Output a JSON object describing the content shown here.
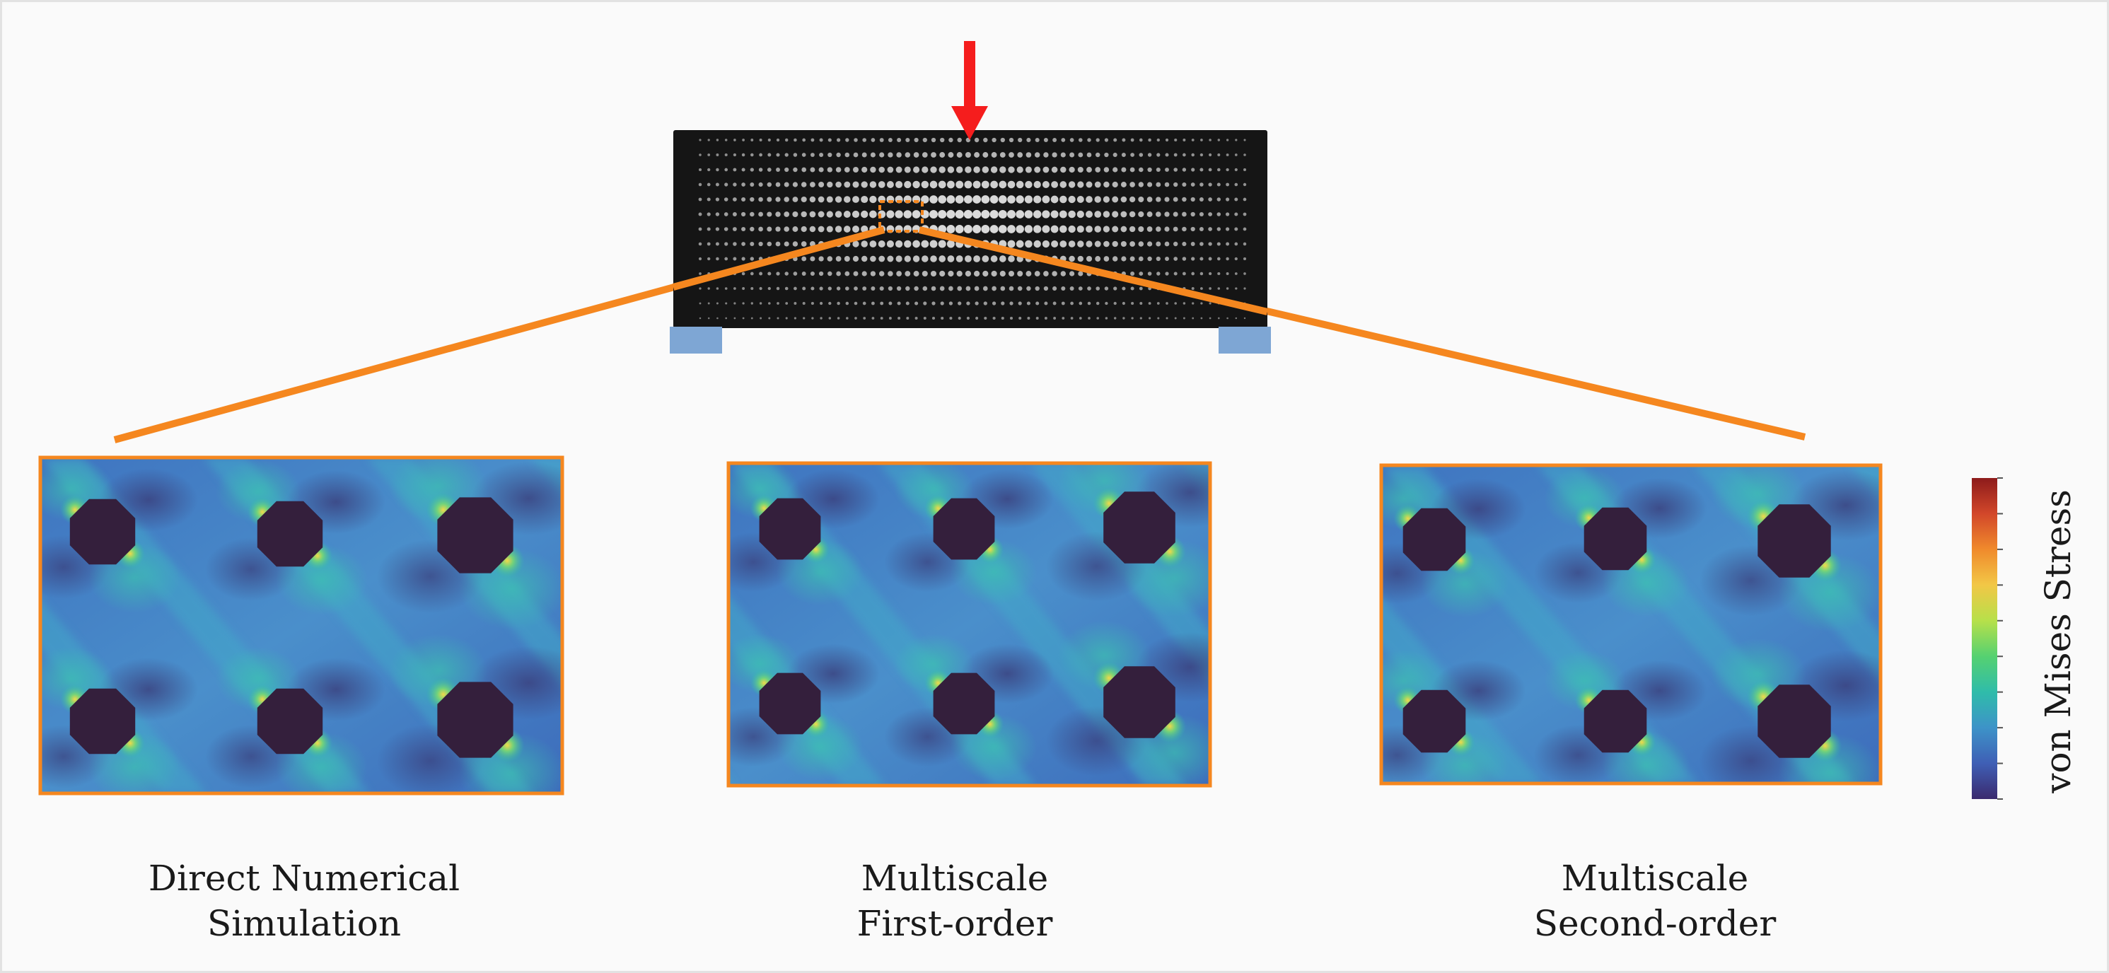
{
  "captions": {
    "dns": [
      "Direct Numerical",
      "Simulation"
    ],
    "first_order": [
      "Multiscale",
      "First-order"
    ],
    "second_order": [
      "Multiscale",
      "Second-order"
    ]
  },
  "colorbar": {
    "label": "von Mises Stress",
    "colormap": [
      "#3b2a6e",
      "#3f5fb5",
      "#3d93c8",
      "#2fbcaa",
      "#55d171",
      "#b7e04a",
      "#f2c746",
      "#f08a2c",
      "#d2472a",
      "#8d1b1b"
    ]
  },
  "colors": {
    "load_arrow": "#f51d1d",
    "zoom_lines": "#f5871f",
    "panel_border": "#f5871f",
    "supports": "#7ea6d4",
    "beam": "#151515",
    "holes": "#341f3c",
    "stress_base": "#4a7fc6"
  }
}
